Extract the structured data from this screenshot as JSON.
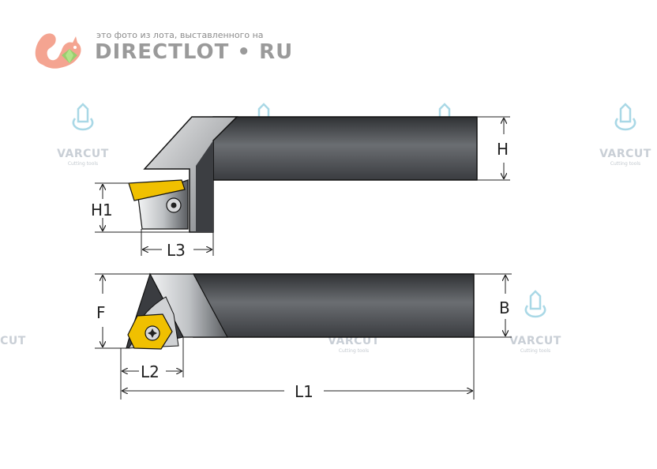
{
  "watermark": {
    "caption": "это фото из лота, выставленного на",
    "brand_left": "DIRECTLOT",
    "brand_dot": "•",
    "brand_right": "RU"
  },
  "logo": {
    "brand": "VARCUT",
    "tagline": "Cutting tools"
  },
  "dimensions": {
    "h": "H",
    "h1": "H1",
    "l3": "L3",
    "f": "F",
    "b": "B",
    "l2": "L2",
    "l1": "L1"
  },
  "colors": {
    "shank_dark": "#3f4145",
    "shank_light": "#d4d6d8",
    "insert_yellow": "#f0c000",
    "watermark_logo": "#a9d8e6",
    "squirrel": "#f08a72"
  }
}
